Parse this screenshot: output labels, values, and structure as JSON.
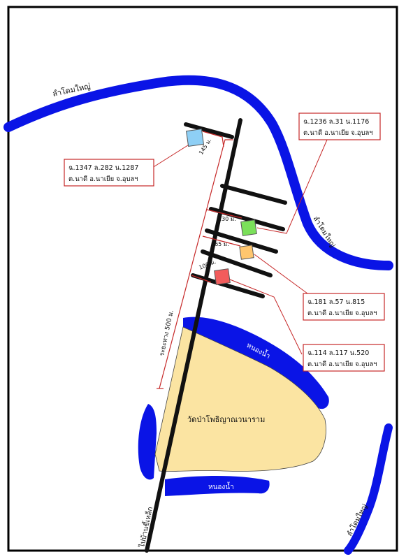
{
  "map": {
    "labels": {
      "river_top": "ลำโดมใหญ่",
      "river_right": "ลำโดมใหญ่",
      "river_bottom_right": "ลำโดมใหญ่",
      "pond_upper": "หนองน้ำ",
      "pond_lower": "หนองน้ำ",
      "temple": "วัดป่าโพธิญาณวนาราม",
      "road_to": "ไปบ้านขี้เหล็ก",
      "road_distance": "ระยะทาง 500 ม."
    },
    "distances": {
      "d145": "145 ม.",
      "d130": "130 ม.",
      "d165": "165 ม.",
      "d100": "100 ม."
    },
    "parcels": {
      "blue": {
        "line1": "ฉ.1347 ล.282 น.1287",
        "line2": "ต.นาดี อ.นาเยีย จ.อุบลฯ",
        "color": "#8ecff5"
      },
      "green": {
        "line1": "ฉ.1236 ล.31 น.1176",
        "line2": "ต.นาดี อ.นาเยีย จ.อุบลฯ",
        "color": "#7be05a"
      },
      "orange": {
        "line1": "ฉ.181 ล.57 น.815",
        "line2": "ต.นาดี อ.นาเยีย จ.อุบลฯ",
        "color": "#ffc66e"
      },
      "red": {
        "line1": "ฉ.114 ล.117 น.520",
        "line2": "ต.นาดี อ.นาเยีย จ.อุบลฯ",
        "color": "#f25c5c"
      }
    },
    "colors": {
      "water": "#0a14e6",
      "temple_area": "#fbe4a2",
      "road": "#111111",
      "leader": "#c62828"
    }
  }
}
